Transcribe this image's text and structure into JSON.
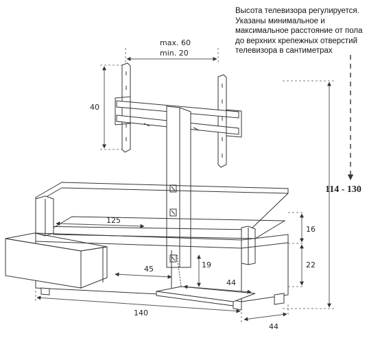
{
  "note": {
    "lines": [
      "Высота телевизора регулируется.",
      "Указаны минимальное и",
      "максимальное  расстояние от пола",
      "до верхних крепежных отверстий",
      "телевизора в сантиметрах"
    ]
  },
  "dimensions": {
    "bracket_max": "max. 60",
    "bracket_min": "min. 20",
    "bracket_height": "40",
    "total_height": "114 - 130",
    "top_shelf_width": "125",
    "shelf_gap": "16",
    "cabinet_height": "22",
    "inner_height": "19",
    "inner_width": "45",
    "drawer_width": "44",
    "total_width": "140",
    "depth": "44"
  },
  "colors": {
    "line": "#333333",
    "dim_line": "#555555",
    "text": "#222222"
  }
}
